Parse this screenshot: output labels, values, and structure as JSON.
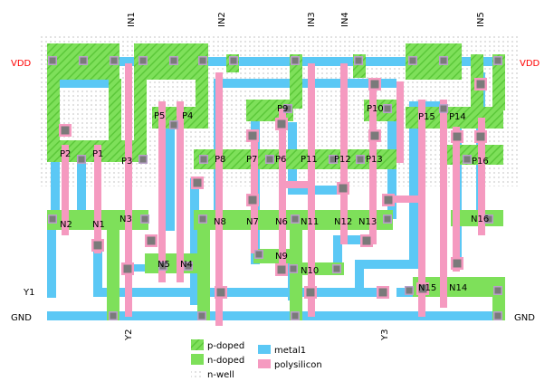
{
  "rails": {
    "vdd_left": "VDD",
    "vdd_right": "VDD",
    "gnd_left": "GND",
    "gnd_right": "GND",
    "vdd_color": "#ff0000",
    "gnd_color": "#000000"
  },
  "inputs": [
    "IN1",
    "IN2",
    "IN3",
    "IN4",
    "IN5"
  ],
  "outputs": [
    "Y1",
    "Y2",
    "Y3"
  ],
  "transistors": {
    "pmos": [
      "P1",
      "P2",
      "P3",
      "P4",
      "P5",
      "P6",
      "P7",
      "P8",
      "P9",
      "P10",
      "P11",
      "P12",
      "P13",
      "P14",
      "P15",
      "P16"
    ],
    "nmos": [
      "N1",
      "N2",
      "N3",
      "N4",
      "N5",
      "N6",
      "N7",
      "N8",
      "N9",
      "N10",
      "N11",
      "N12",
      "N13",
      "N14",
      "N15",
      "N16"
    ]
  },
  "legend": {
    "p_doped": "p-doped",
    "n_doped": "n-doped",
    "n_well": "n-well",
    "metal1": "metal1",
    "polysilicon": "polysilicon"
  },
  "colors": {
    "diffusion": "#7ee05a",
    "diffusion_hatch": "#5cc83a",
    "metal1": "#5bc8f5",
    "polysilicon": "#f59ac0",
    "contact": "#808080",
    "nwell_dot": "#a0a0a0"
  }
}
